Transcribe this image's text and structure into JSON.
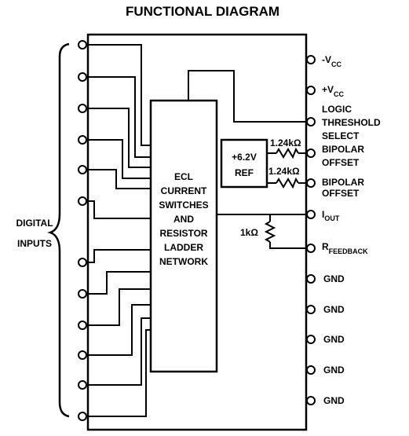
{
  "title": "FUNCTIONAL DIAGRAM",
  "digital_inputs_label": [
    "DIGITAL",
    "INPUTS"
  ],
  "main_block": [
    "ECL",
    "CURRENT",
    "SWITCHES",
    "AND",
    "RESISTOR",
    "LADDER",
    "NETWORK"
  ],
  "ref_block": [
    "+6.2V",
    "REF"
  ],
  "resistors": {
    "bipolar_1": "1.24kΩ",
    "bipolar_2": "1.24kΩ",
    "feedback": "1kΩ"
  },
  "pins": {
    "vcc_neg": {
      "main": "-V",
      "sub": "CC"
    },
    "vcc_pos": {
      "main": "+V",
      "sub": "CC"
    },
    "logic_threshold": [
      "LOGIC",
      "THRESHOLD",
      "SELECT"
    ],
    "bipolar_offset_1": [
      "BIPOLAR",
      "OFFSET"
    ],
    "bipolar_offset_2": [
      "BIPOLAR",
      "OFFSET"
    ],
    "iout": {
      "main": "I",
      "sub": "OUT"
    },
    "rfeedback": {
      "main": "R",
      "sub": "FEEDBACK"
    },
    "gnd": [
      "GND",
      "GND",
      "GND",
      "GND",
      "GND"
    ]
  }
}
